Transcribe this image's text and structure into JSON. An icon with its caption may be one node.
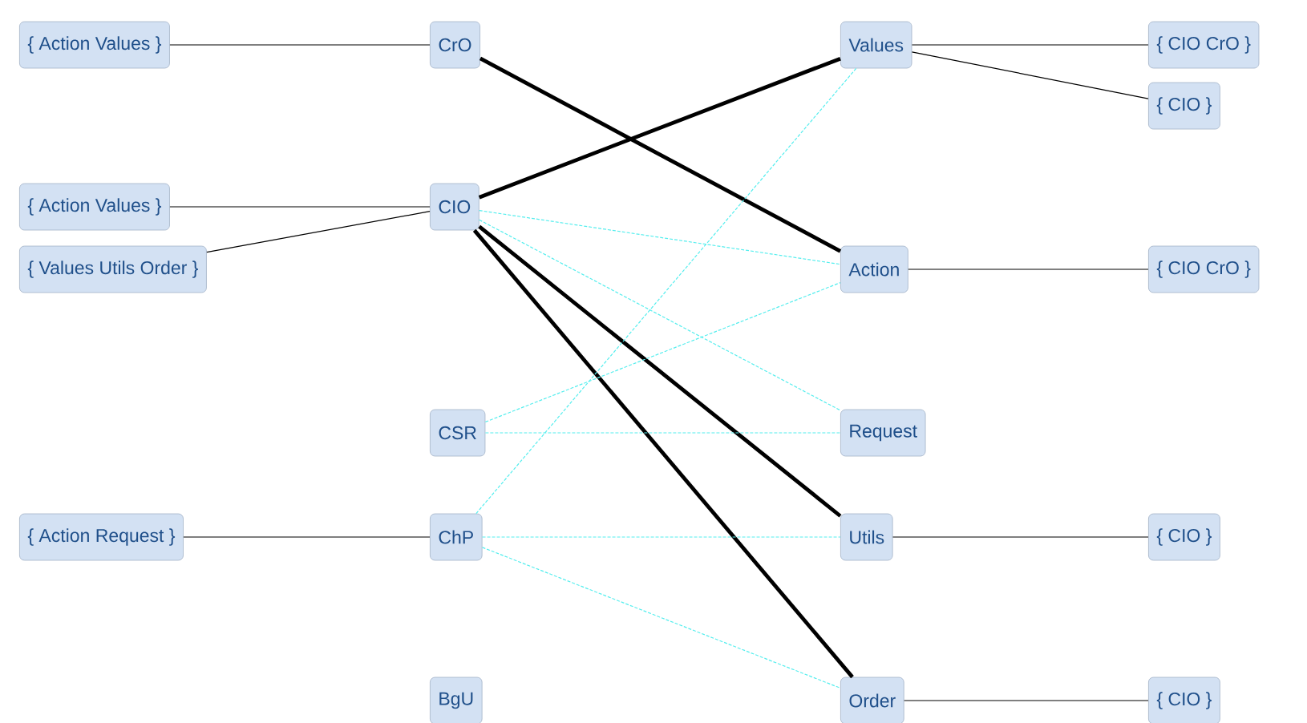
{
  "diagram": {
    "nodes": [
      {
        "text": [
          "{ Action Values }"
        ]
      },
      {
        "text": [
          "CrO"
        ]
      },
      {
        "text": [
          "{ Action Values }"
        ]
      },
      {
        "text": [
          "{ Values Utils Order }"
        ]
      },
      {
        "text": [
          "CIO"
        ]
      },
      {
        "text": [
          "CSR"
        ]
      },
      {
        "text": [
          "{ Action Request }"
        ]
      },
      {
        "text": [
          "ChP"
        ]
      },
      {
        "text": [
          "BgU"
        ]
      },
      {
        "text": [
          "Values"
        ]
      },
      {
        "text": [
          "Action"
        ]
      },
      {
        "text": [
          "Request"
        ]
      },
      {
        "text": [
          "Utils"
        ]
      },
      {
        "text": [
          "Order"
        ]
      },
      {
        "text": [
          "{ CIO CrO }"
        ]
      },
      {
        "text": [
          "{ CIO }"
        ]
      },
      {
        "text": [
          "{ CIO CrO }"
        ]
      },
      {
        "text": [
          "{ CIO }"
        ]
      },
      {
        "text": [
          "{ CIO }"
        ]
      }
    ],
    "edges": [
      {
        "from": 0,
        "to": 1,
        "arrow": "none"
      },
      {
        "from": 2,
        "to": 4,
        "arrow": "none"
      },
      {
        "from": 3,
        "to": 4,
        "arrow": "none"
      },
      {
        "from": 6,
        "to": 7,
        "arrow": "none"
      },
      {
        "from": 1,
        "to": 10,
        "arrow": "none",
        "style": "thick"
      },
      {
        "from": 4,
        "to": 9,
        "arrow": "none",
        "style": "thick"
      },
      {
        "from": 4,
        "to": 12,
        "arrow": "none",
        "style": "thick"
      },
      {
        "from": 4,
        "to": 13,
        "arrow": "none",
        "style": "thick"
      },
      {
        "from": 4,
        "to": 10,
        "arrow": "none",
        "style": "dashed",
        "color": "#55eeee"
      },
      {
        "from": 4,
        "to": 11,
        "arrow": "none",
        "style": "dashed",
        "color": "#55eeee"
      },
      {
        "from": 5,
        "to": 10,
        "arrow": "none",
        "style": "dashed",
        "color": "#55eeee"
      },
      {
        "from": 5,
        "to": 11,
        "arrow": "none",
        "style": "dashed",
        "color": "#55eeee"
      },
      {
        "from": 7,
        "to": 9,
        "arrow": "none",
        "style": "dashed",
        "color": "#55eeee"
      },
      {
        "from": 7,
        "to": 12,
        "arrow": "none",
        "style": "dashed",
        "color": "#55eeee"
      },
      {
        "from": 7,
        "to": 13,
        "arrow": "none",
        "style": "dashed",
        "color": "#55eeee"
      },
      {
        "from": 9,
        "to": 14,
        "arrow": "none"
      },
      {
        "from": 9,
        "to": 15,
        "arrow": "none"
      },
      {
        "from": 10,
        "to": 16,
        "arrow": "none"
      },
      {
        "from": 12,
        "to": 17,
        "arrow": "none"
      },
      {
        "from": 13,
        "to": 18,
        "arrow": "none"
      }
    ]
  }
}
